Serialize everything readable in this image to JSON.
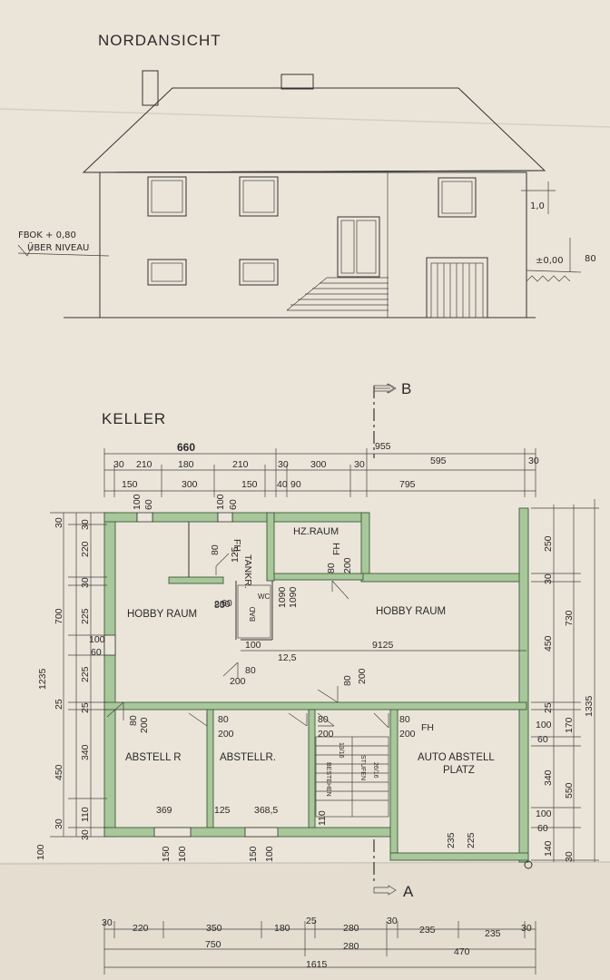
{
  "elevation": {
    "title": "NORDANSICHT",
    "note_left_1": "FBOK + 0,80",
    "note_left_2": "ÜBER NIVEAU",
    "note_right_1": "1,0",
    "note_right_2": "±0,00",
    "note_right_3": "80"
  },
  "section_marker": {
    "b": "B",
    "a": "A"
  },
  "plan": {
    "title": "KELLER",
    "rooms": {
      "hobby_left": "HOBBY RAUM",
      "hobby_right": "HOBBY RAUM",
      "hz_raum": "HZ.RAUM",
      "tank": "TANKR.",
      "bad": "BAD",
      "wc": "WC",
      "abstell_1": "ABSTELL R",
      "abstell_2": "ABSTELLR.",
      "auto_1": "AUTO ABSTELL",
      "auto_2": "PLATZ",
      "stair_1": "13/16",
      "stair_2": "26/16",
      "stair_3": "BESTEHEN",
      "stair_4": "STUFEN"
    },
    "door_labels": {
      "d1a": "80",
      "d1b": "200",
      "d2a": "80",
      "d2b": "200",
      "d3a": "80",
      "d3b": "200",
      "d4a": "80",
      "d4b": "200",
      "d5a": "80",
      "d5b": "200",
      "d6a": "80",
      "d6b": "200",
      "d7a": "80",
      "d7b": "200",
      "d8a": "80",
      "d8b": "200",
      "d9a": "80",
      "d9b": "200",
      "fh1": "FH.",
      "fh2": "FH",
      "fh3": "FH",
      "win_100a": "100",
      "win_60a": "60",
      "win_100b": "100",
      "win_60b": "60",
      "d_60": "60",
      "d_200": "200",
      "d_1090a": "1090",
      "d_1090b": "1090",
      "d_100": "100",
      "d_125": "12,5",
      "d_9125": "9125",
      "d_369": "369",
      "d_125b": "125",
      "d_3685": "368,5",
      "d_110": "110",
      "d_235": "235",
      "d_225": "225",
      "bot_150a": "150",
      "bot_100a": "100",
      "bot_150b": "150",
      "bot_100b": "100",
      "tank_125": "125"
    },
    "dims_top": {
      "total_left": "660",
      "total_right": "955",
      "r1": [
        "30",
        "210",
        "180",
        "210",
        "30",
        "300",
        "30",
        "595",
        "30"
      ],
      "r2": [
        "150",
        "300",
        "150",
        "40",
        "90",
        "795"
      ]
    },
    "dims_left": {
      "col1": [
        "30",
        "220",
        "30",
        "225",
        "100",
        "60",
        "225",
        "25",
        "340",
        "110",
        "30"
      ],
      "col2": [
        "700",
        "450"
      ],
      "col3": [
        "1235"
      ],
      "bottom": "100"
    },
    "dims_right": {
      "col1": [
        "250",
        "30",
        "450",
        "25",
        "100",
        "60",
        "340",
        "100",
        "60",
        "140"
      ],
      "col2": [
        "730",
        "170",
        "550",
        "30"
      ],
      "col3": [
        "1335"
      ]
    },
    "dims_bottom": {
      "r1": [
        "30",
        "220",
        "350",
        "180",
        "25",
        "280",
        "30",
        "235",
        "235",
        "30"
      ],
      "r2": [
        "750",
        "280",
        "470"
      ],
      "r3": "1615"
    }
  }
}
